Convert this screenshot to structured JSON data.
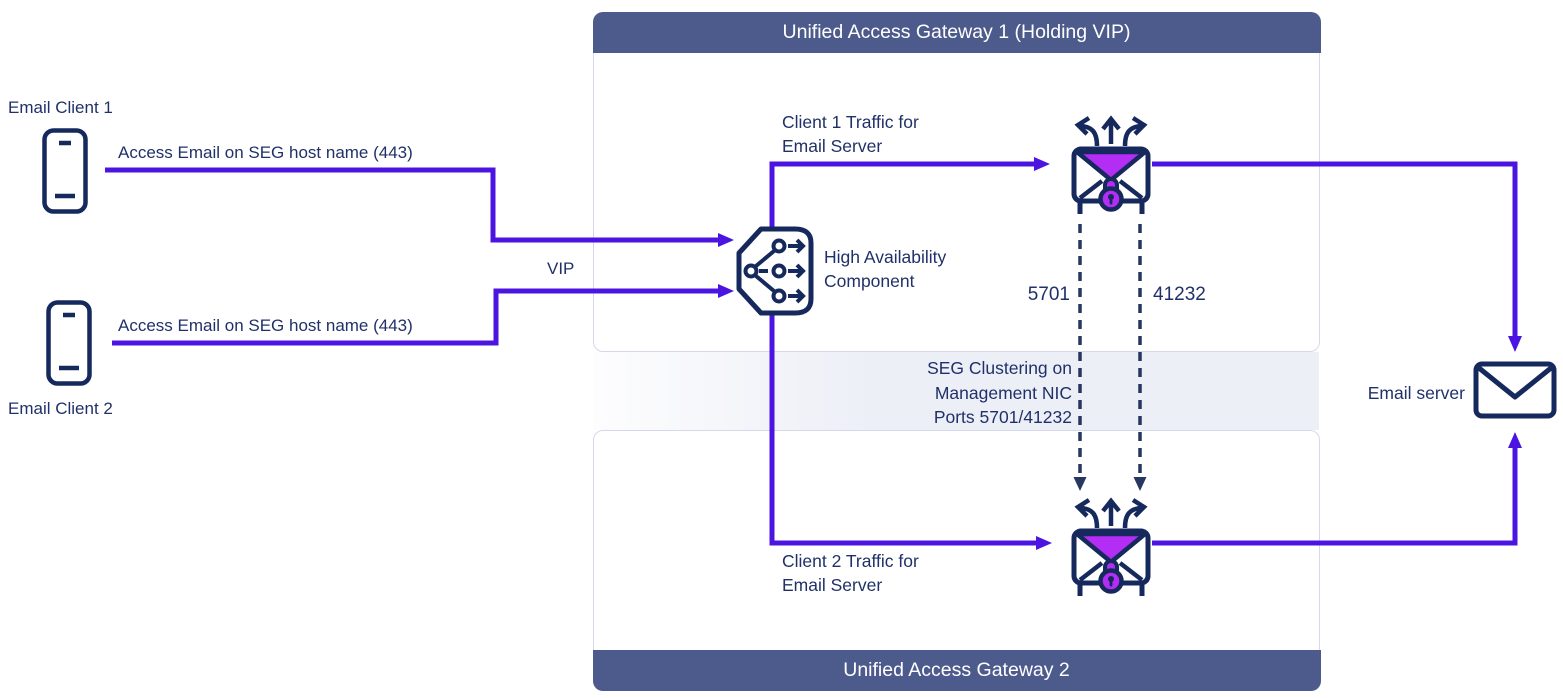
{
  "colors": {
    "accent_purple": "#4b14e0",
    "navy_text": "#203169",
    "icon_navy": "#16295c",
    "magenta_fill": "#b32df5",
    "gateway_header_bg": "#4d5b8c",
    "box_border": "#d5d8ea"
  },
  "clients": [
    {
      "label": "Email Client 1",
      "connection_label": "Access Email on SEG host name  (443)"
    },
    {
      "label": "Email Client 2",
      "connection_label": "Access Email on SEG host name  (443)"
    }
  ],
  "vip": {
    "label": "VIP"
  },
  "ha": {
    "line1": "High Availability",
    "line2": "Component"
  },
  "gateway1": {
    "title": "Unified Access Gateway 1 (Holding VIP)",
    "traffic": {
      "line1": "Client 1 Traffic for",
      "line2": "Email Server"
    }
  },
  "gateway2": {
    "title": "Unified Access Gateway 2",
    "traffic": {
      "line1": "Client 2 Traffic for",
      "line2": "Email Server"
    }
  },
  "clustering": {
    "port_left": "5701",
    "port_right": "41232",
    "note": {
      "line1": "SEG Clustering on",
      "line2": "Management NIC",
      "line3": "Ports 5701/41232"
    }
  },
  "server": {
    "label": "Email server"
  },
  "icons": {
    "client": "phone-icon",
    "ha": "load-balancer-icon",
    "seg": "secure-email-gateway-icon",
    "server": "envelope-icon"
  }
}
